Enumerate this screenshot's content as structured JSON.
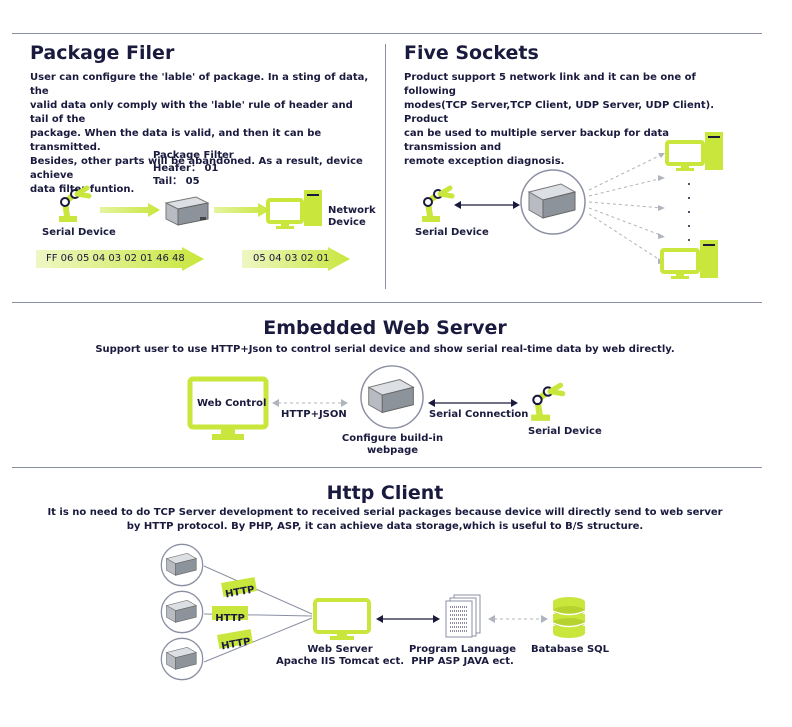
{
  "colors": {
    "accent": "#c8e63c",
    "dark": "#1a1a3e",
    "device": "#9aa0a8",
    "line": "#8b8fa3"
  },
  "package_filter": {
    "title": "Package Filer",
    "text": [
      "User can configure the 'lable' of package. In a sting of data, the",
      "valid data only comply with the 'lable' rule of header and tail of the",
      "package. When the data is valid, and then it can be transmitted.",
      "Besides, other parts will be abandoned. As a result, device achieve",
      "data filter funtion."
    ],
    "filter_label": "Package Filter",
    "header_label": "Heafer： 01",
    "tail_label": "Tail： 05",
    "serial_device": "Serial Device",
    "network_device_line1": "Network",
    "network_device_line2": "Device",
    "input_data": "FF 06 05 04 03 02 01 46 48",
    "output_data": "05 04 03 02 01"
  },
  "five_sockets": {
    "title": "Five Sockets",
    "text": [
      "Product support 5 network link and it can be one of following",
      "modes(TCP Server,TCP Client, UDP Server, UDP Client). Product",
      "can be used to multiple server backup for data transmission and",
      "remote exception diagnosis."
    ],
    "serial_device": "Serial Device",
    "socket_count": 5
  },
  "web_server": {
    "title": "Embedded Web Server",
    "subtitle": "Support user to use HTTP+Json to control serial device and show serial real-time data by web directly.",
    "web_control": "Web Control",
    "http_json": "HTTP+JSON",
    "configure_line1": "Configure build-in",
    "configure_line2": "webpage",
    "serial_connection": "Serial Connection",
    "serial_device": "Serial Device"
  },
  "http_client": {
    "title": "Http Client",
    "text_line1": "It is no need to do TCP Server development to received serial packages because device will directly send to web server",
    "text_line2": "by HTTP protocol. By PHP, ASP, it can achieve data storage,which is useful to B/S structure.",
    "http_tags": [
      "HTTP",
      "HTTP",
      "HTTP"
    ],
    "web_server_line1": "Web Server",
    "web_server_line2": "Apache IIS Tomcat ect.",
    "program_line1": "Program Language",
    "program_line2": "PHP ASP JAVA ect.",
    "database": "Batabase SQL"
  }
}
